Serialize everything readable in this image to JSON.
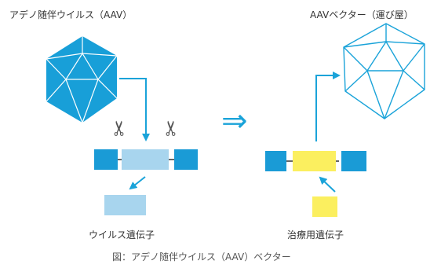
{
  "labels": {
    "left_title": "アデノ随伴ウイルス（AAV）",
    "right_title": "AAVベクター（運び屋）",
    "left_gene": "ウイルス遺伝子",
    "right_gene": "治療用遺伝子",
    "caption": "図：アデノ随伴ウイルス（AAV）ベクター"
  },
  "symbols": {
    "transform_arrow": "⇒",
    "scissors": "✂"
  },
  "colors": {
    "capsid_fill": "#189fd8",
    "capsid_line": "#ffffff",
    "vector_line": "#1aa3d9",
    "block_blue": "#1a9bd6",
    "block_light": "#a8d5ee",
    "block_yellow": "#fbef5f",
    "connector": "#333333",
    "arrow": "#1aa3d9",
    "scissors": "#555555"
  },
  "icons": [
    "scissors-icon",
    "double-arrow-icon",
    "arrow-icon"
  ]
}
